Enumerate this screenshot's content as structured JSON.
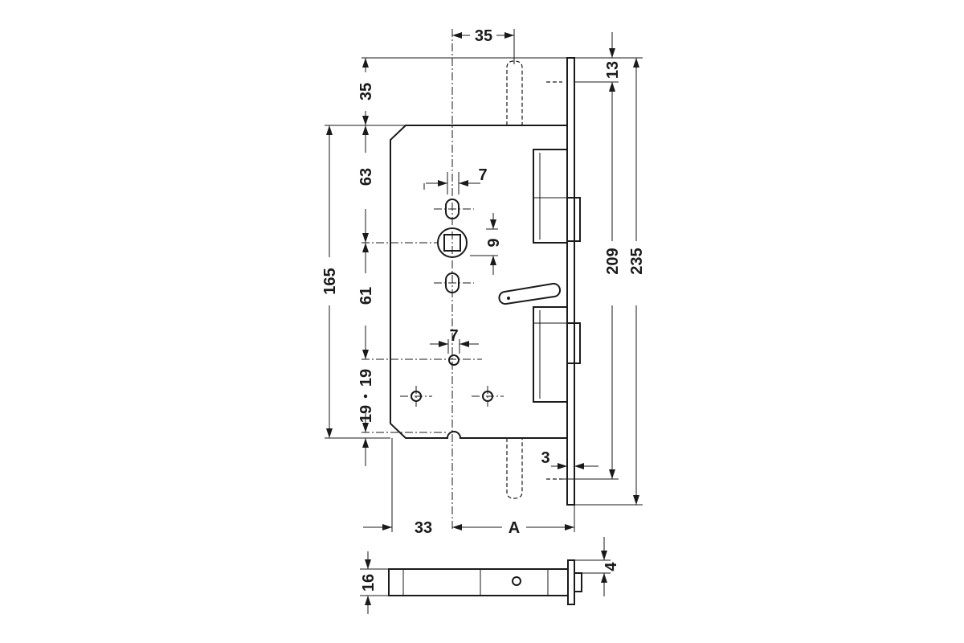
{
  "dimensions": {
    "backset_spindle_top": "35",
    "faceplate_top_offset": "13",
    "top_offset": "35",
    "upper_spacing": "63",
    "hole_width_upper": "7",
    "spindle_square": "9",
    "lower_spacing": "61",
    "hole_width_lower": "7",
    "case_height": "165",
    "screw_offset_upper": "19",
    "screw_offset_lower": "19",
    "faceplate_hole_spacing": "209",
    "faceplate_height": "235",
    "faceplate_thickness": "3",
    "bottom_width": "33",
    "backset": "A",
    "side_thickness": "16",
    "faceplate_side_offset": "4"
  }
}
